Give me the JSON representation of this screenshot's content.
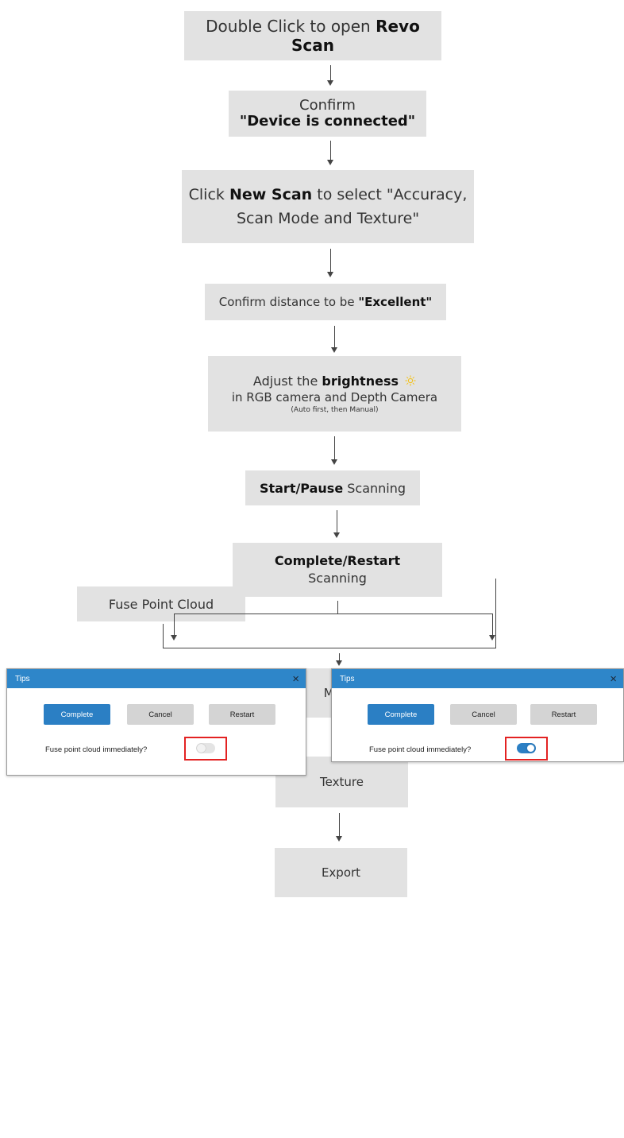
{
  "steps": {
    "open": {
      "pre": "Double Click to open ",
      "bold": "Revo Scan"
    },
    "confirm": {
      "line1": "Confirm",
      "bold": "\"Device is connected\""
    },
    "new_scan": {
      "pre": "Click ",
      "bold": "New Scan",
      "post": " to select \"Accuracy,",
      "line2": "Scan Mode and Texture\""
    },
    "distance": {
      "pre": "Confirm distance to be ",
      "bold": "\"Excellent\""
    },
    "brightness": {
      "pre": "Adjust the ",
      "bold": "brightness",
      "icon": "sun-icon",
      "line2": "in RGB camera and Depth Camera",
      "note": "(Auto first, then Manual)"
    },
    "start_pause": {
      "bold": "Start/Pause",
      "post": " Scanning"
    },
    "complete_restart": {
      "bold": "Complete/Restart",
      "line2": "Scanning"
    },
    "fuse": {
      "label": "Fuse Point Cloud"
    },
    "mesh": {
      "label": "Mesh"
    },
    "texture": {
      "label": "Texture"
    },
    "export": {
      "label": "Export"
    }
  },
  "dialogs": [
    {
      "title": "Tips",
      "close": "×",
      "complete": "Complete",
      "cancel": "Cancel",
      "restart": "Restart",
      "question": "Fuse point cloud immediately?",
      "toggle_on": false
    },
    {
      "title": "Tips",
      "close": "×",
      "complete": "Complete",
      "cancel": "Cancel",
      "restart": "Restart",
      "question": "Fuse point cloud immediately?",
      "toggle_on": true
    }
  ],
  "colors": {
    "box_fill": "#e2e2e2",
    "dialog_header": "#2e86c9",
    "primary_button": "#2b7fc4",
    "highlight_frame": "#e32222",
    "sun_icon": "#f3c21b"
  }
}
